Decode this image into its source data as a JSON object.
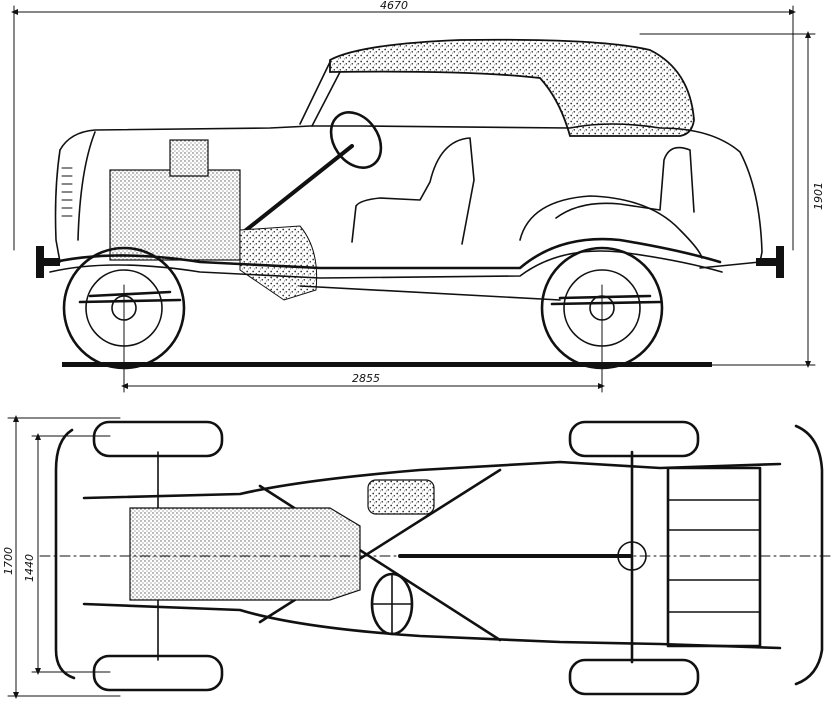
{
  "dimensions": {
    "overall_length": "4670",
    "wheelbase": "2855",
    "height": "1901",
    "overall_width": "1700",
    "track": "1440"
  },
  "colors": {
    "ink": "#111111",
    "background": "#ffffff",
    "hatch": "#444444"
  }
}
